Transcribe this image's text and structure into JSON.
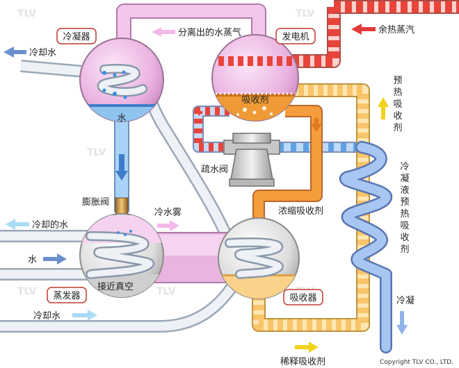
{
  "components": {
    "condenser": "冷凝器",
    "generator": "发电机",
    "evaporator": "蒸发器",
    "absorber": "吸收器"
  },
  "labels": {
    "cooling_water_out": "冷却水",
    "separated_vapor": "分离出的水蒸气",
    "waste_heat_steam": "余热蒸汽",
    "absorbent": "吸收剂",
    "preheat_absorbent": "预热吸收剂",
    "water": "水",
    "steam_trap": "疏水阀",
    "expansion_valve": "膨胀阀",
    "cooled_water": "冷却的水",
    "water_mist": "冷水雾",
    "concentrated_absorbent": "浓缩吸收剂",
    "condensate_preheat_absorbent": "冷凝液预热吸收剂",
    "water_in": "水",
    "near_vacuum": "接近真空",
    "condensate": "冷凝",
    "cooling_water_in": "冷却水",
    "dilute_absorbent": "稀释吸收剂",
    "copyright": "Copyright TLV CO., LTD.",
    "watermark": "TLV"
  },
  "colors": {
    "pink_vapor": "#f4c2ec",
    "blue_water": "#8fc3f0",
    "orange_absorbent": "#f59c3c",
    "light_orange": "#fbd28a",
    "red_steam": "#e8443a",
    "arrow_blue": "#6c8fcf",
    "arrow_light_blue": "#a9dcf5",
    "arrow_pink": "#f4b8ea",
    "arrow_yellow": "#f2d21c",
    "arrow_red": "#e23a3a",
    "label_border": "#c0392b"
  }
}
